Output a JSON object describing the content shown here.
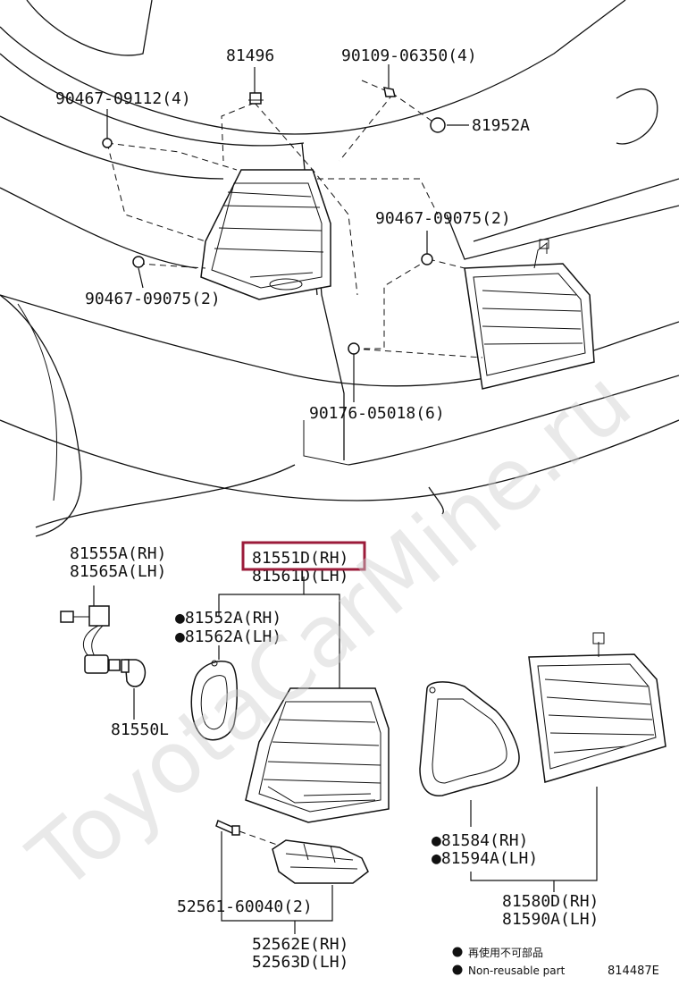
{
  "labels": {
    "p81496": "81496",
    "p90109": "90109-06350(4)",
    "p90467_09112": "90467-09112(4)",
    "p81952A": "81952A",
    "p90467_09075_r": "90467-09075(2)",
    "p90467_09075_l": "90467-09075(2)",
    "p90176": "90176-05018(6)",
    "p81555A": "81555A(RH)",
    "p81565A": "81565A(LH)",
    "p81551D": "81551D(RH)",
    "p81561D": "81561D(LH)",
    "p81552A": "●81552A(RH)",
    "p81562A": "●81562A(LH)",
    "p81550L": "81550L",
    "p81584": "●81584(RH)",
    "p81594A": "●81594A(LH)",
    "p81580D": "81580D(RH)",
    "p81590A": "81590A(LH)",
    "p52561": "52561-60040(2)",
    "p52562E": "52562E(RH)",
    "p52563D": "52563D(LH)"
  },
  "legend": {
    "jp": "再使用不可部品",
    "en": "Non-reusable part"
  },
  "diagram_code": "814487E",
  "watermark": "ToyotaCarMine.ru",
  "highlight_color": "#9b1b3a"
}
